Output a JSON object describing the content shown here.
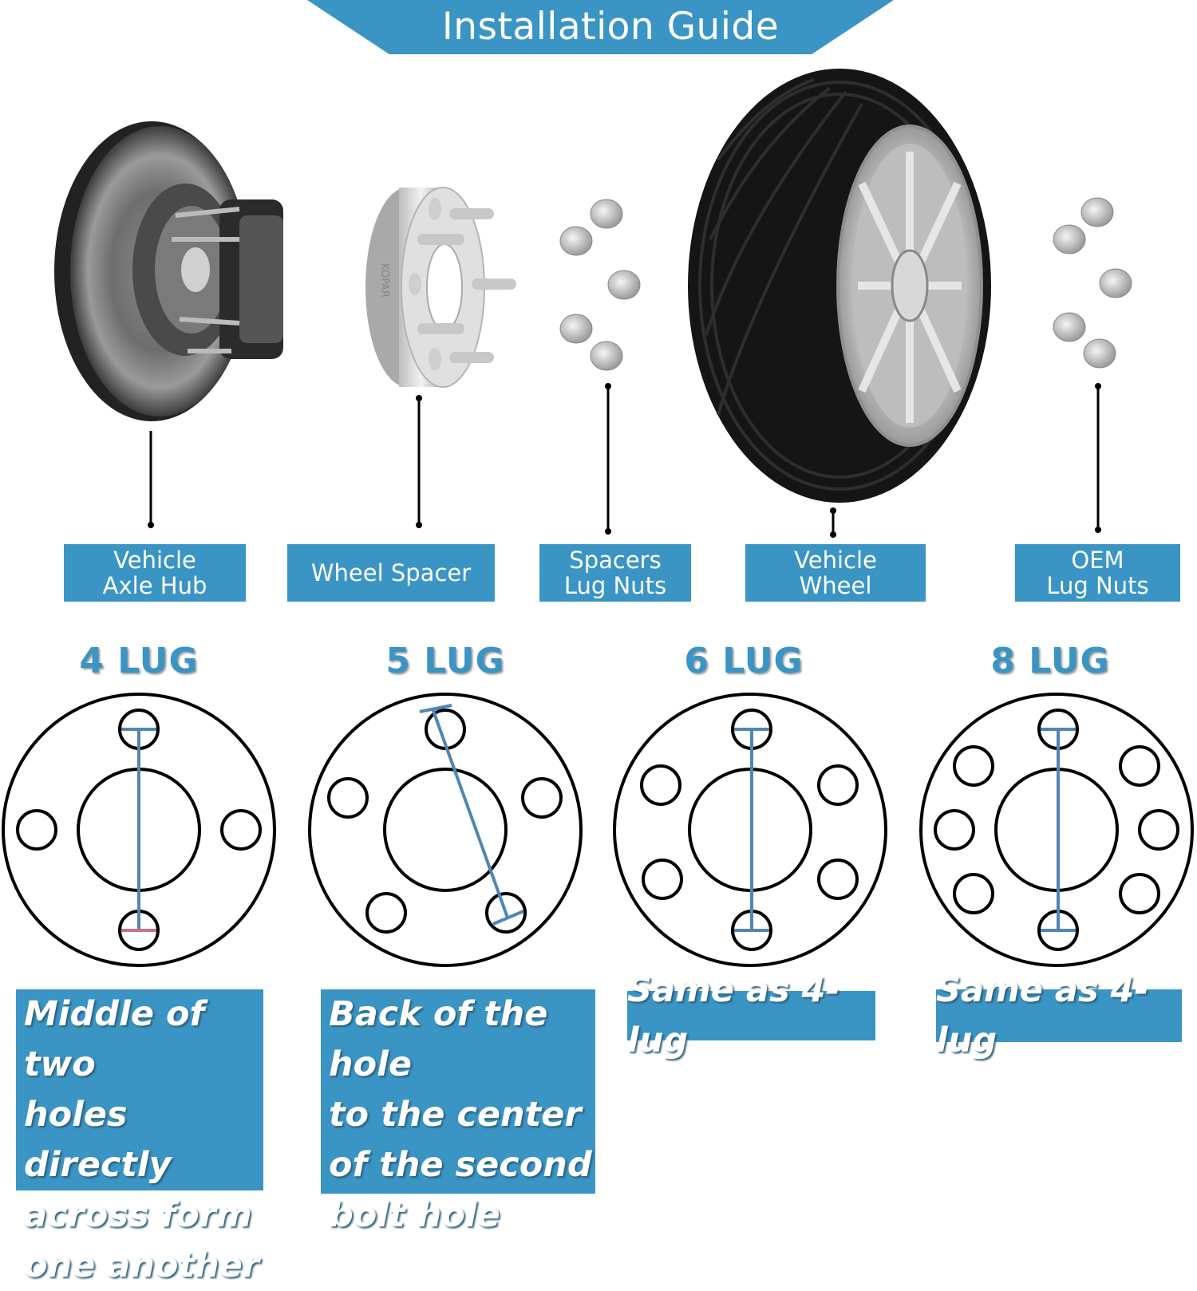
{
  "header": {
    "title": "Installation Guide"
  },
  "components": [
    {
      "label": "Vehicle\nAxle Hub"
    },
    {
      "label": "Wheel Spacer"
    },
    {
      "label": "Spacers\nLug Nuts"
    },
    {
      "label": "Vehicle\nWheel"
    },
    {
      "label": "OEM\nLug Nuts"
    }
  ],
  "spacer_engraving": "KOPAR",
  "lug_patterns": [
    {
      "title": "4 LUG",
      "note": "Middle of two\nholes directly\nacross form\none another"
    },
    {
      "title": "5 LUG",
      "note": "Back of the hole\nto the center\nof the second\nbolt hole"
    },
    {
      "title": "6 LUG",
      "note": "Same as 4-lug"
    },
    {
      "title": "8 LUG",
      "note": "Same as 4-lug"
    }
  ],
  "colors": {
    "accent": "#3a94c4",
    "measure_line": "#4f86b3",
    "text_light": "#ffffff"
  }
}
